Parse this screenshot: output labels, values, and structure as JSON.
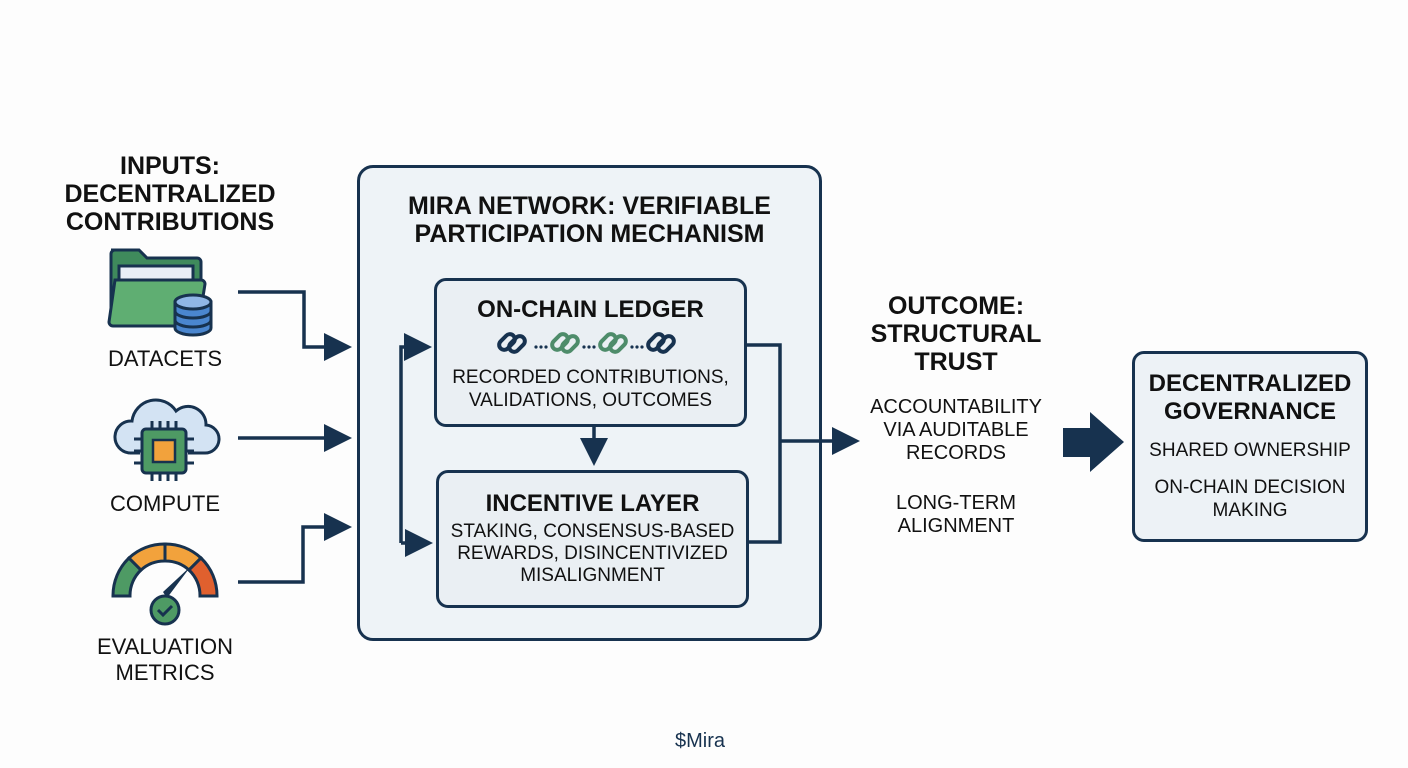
{
  "inputs": {
    "title_lines": [
      "INPUTS:",
      "DECENTRALIZED",
      "CONTRIBUTIONS"
    ],
    "items": [
      {
        "label": "DATACETS",
        "icon": "folder-database-icon"
      },
      {
        "label": "COMPUTE",
        "icon": "cloud-chip-icon"
      },
      {
        "label_lines": [
          "EVALUATION",
          "METRICS"
        ],
        "icon": "gauge-check-icon"
      }
    ]
  },
  "mechanism": {
    "title_lines": [
      "MIRA NETWORK: VERIFIABLE",
      "PARTICIPATION MECHANISM"
    ],
    "ledger": {
      "title": "ON-CHAIN LEDGER",
      "icon": "chain-links-icon",
      "desc_lines": [
        "RECORDED CONTRIBUTIONS,",
        "VALIDATIONS, OUTCOMES"
      ]
    },
    "incentive": {
      "title": "INCENTIVE LAYER",
      "desc_lines": [
        "STAKING, CONSENSUS-BASED",
        "REWARDS, DISINCENTIVIZED",
        "MISALIGNMENT"
      ]
    }
  },
  "outcome": {
    "title_lines": [
      "OUTCOME:",
      "STRUCTURAL",
      "TRUST"
    ],
    "points": [
      {
        "lines": [
          "ACCOUNTABILITY",
          "VIA AUDITABLE",
          "RECORDS"
        ]
      },
      {
        "lines": [
          "LONG-TERM",
          "ALIGNMENT"
        ]
      }
    ]
  },
  "governance": {
    "title_lines": [
      "DECENTRALIZED",
      "GOVERNANCE"
    ],
    "points": [
      {
        "lines": [
          "SHARED OWNERSHIP"
        ]
      },
      {
        "lines": [
          "ON-CHAIN DECISION",
          "MAKING"
        ]
      }
    ]
  },
  "footer": {
    "tag": "$Mira"
  },
  "colors": {
    "navy": "#17324f",
    "green": "#4e9a64",
    "blue": "#3b78c4",
    "orange": "#f2a23c",
    "red": "#e0602e",
    "box_fill": "#eef3f7"
  }
}
